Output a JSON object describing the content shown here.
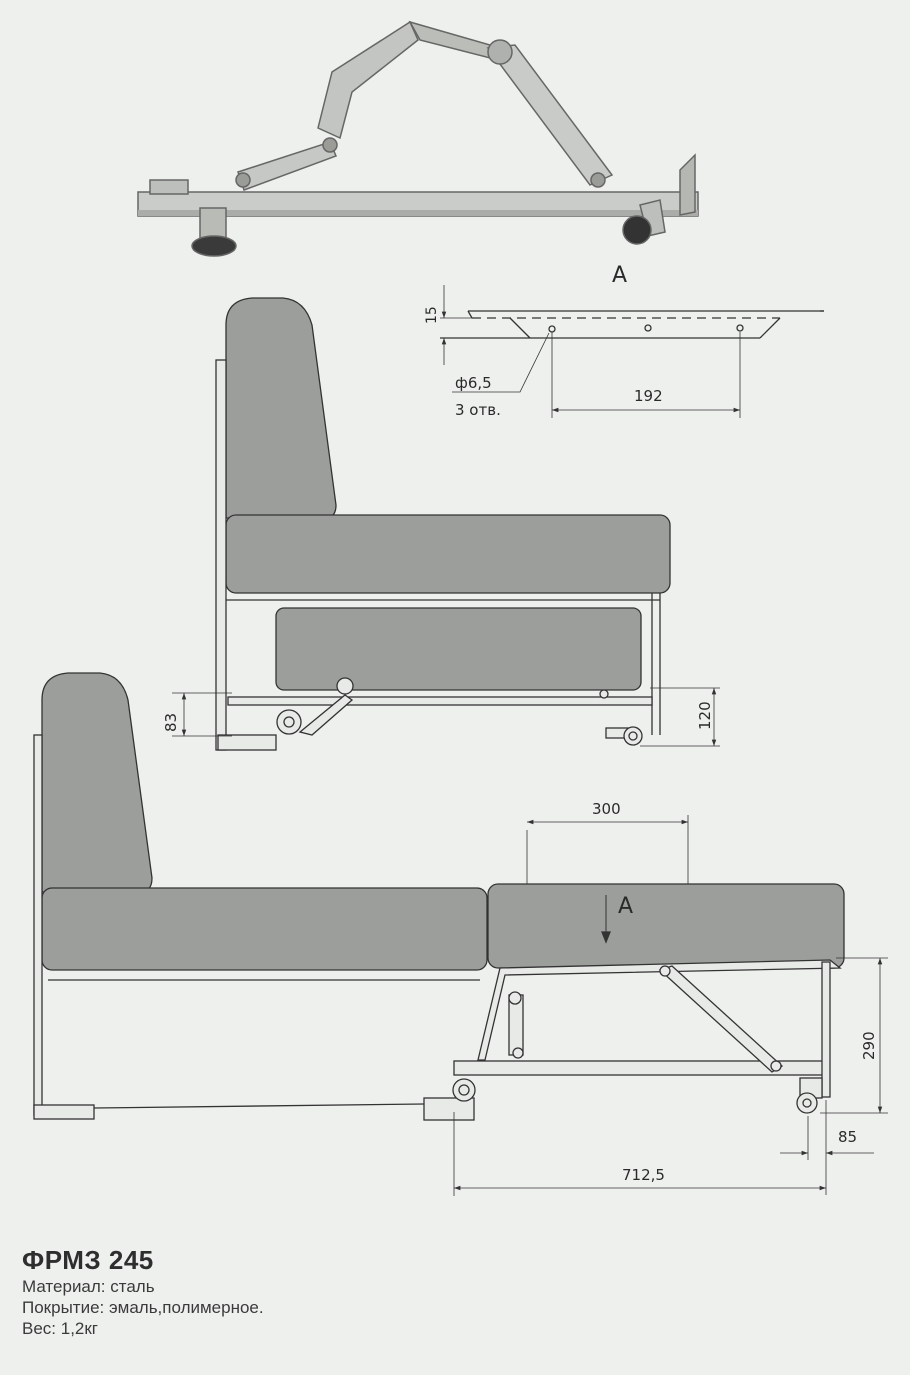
{
  "view_labels": {
    "view_a_top": "А",
    "arrow_a": "А"
  },
  "dimensions": {
    "d15": "15",
    "hole_dia": "ф6,5",
    "hole_count": "3 отв.",
    "d192": "192",
    "d83": "83",
    "d120": "120",
    "d300": "300",
    "d290": "290",
    "d85": "85",
    "d712": "712,5"
  },
  "product": {
    "title": "ФРМЗ 245",
    "material": "Материал: сталь",
    "coating": "Покрытие: эмаль,полимерное.",
    "weight": "Вес: 1,2кг"
  }
}
